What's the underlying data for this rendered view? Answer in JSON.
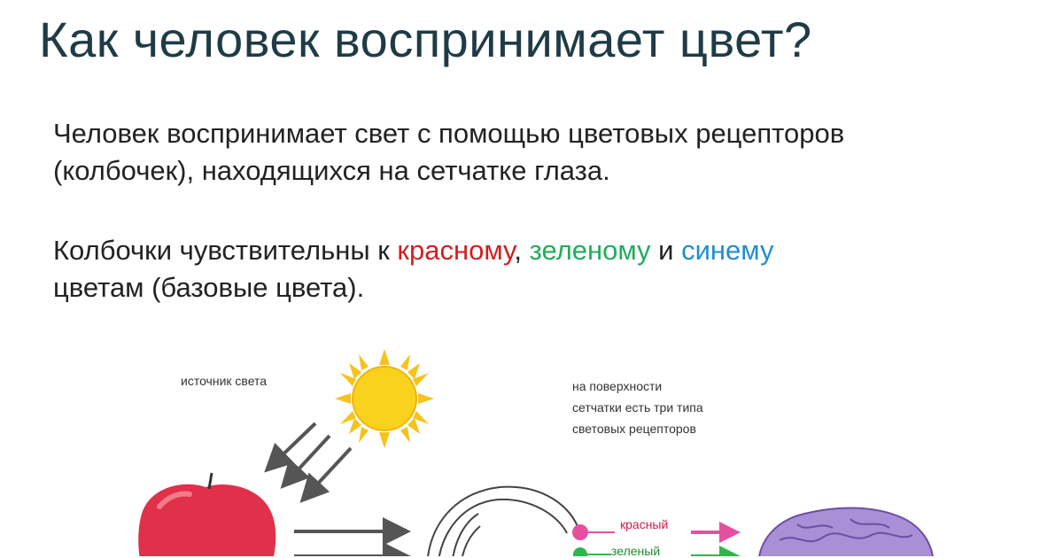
{
  "title": "Как человек воспринимает цвет?",
  "paragraph1": {
    "line1": "Человек воспринимает свет с помощью цветовых рецепторов",
    "line2": "(колбочек), находящихся на сетчатке глаза."
  },
  "paragraph2": {
    "prefix": "Колбочки чувствительны к ",
    "red": "красному",
    "sep1": ", ",
    "green": "зеленому",
    "sep2": " и ",
    "blue": "синему",
    "line2": "цветам (базовые цвета)."
  },
  "diagram": {
    "light_source_caption": "источник света",
    "receptors_caption": [
      "на поверхности",
      "сетчатки есть три типа",
      "световых рецепторов"
    ],
    "channel_red": "красный",
    "channel_green": "зеленый"
  },
  "colors": {
    "title": "#1f3b45",
    "red": "#d21f1f",
    "green": "#1fae5b",
    "blue": "#1f8fd1",
    "sun": "#f7c21a",
    "apple": "#e0304a",
    "brain": "#a98fd6"
  }
}
